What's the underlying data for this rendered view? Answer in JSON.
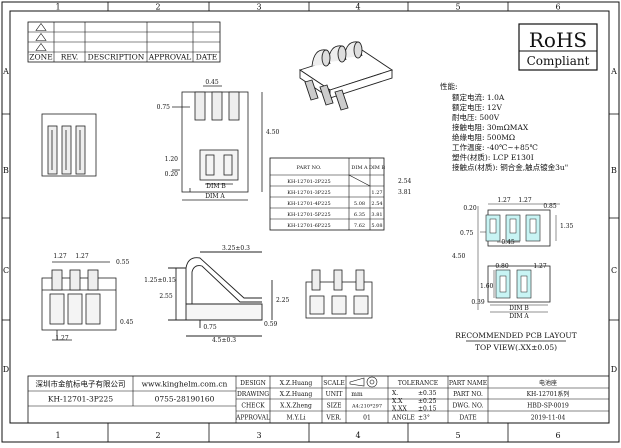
{
  "frame": {
    "col_labels": [
      "1",
      "2",
      "3",
      "4",
      "5",
      "6"
    ],
    "row_labels": [
      "A",
      "B",
      "C",
      "D"
    ]
  },
  "revision_table": {
    "headers": [
      "ZONE",
      "REV.",
      "DESCRIPTION",
      "APPROVAL",
      "DATE"
    ]
  },
  "compliance": {
    "line1": "RoHS",
    "line2": "Compliant"
  },
  "specs": {
    "heading": "性能:",
    "lines": [
      "额定电流: 1.0A",
      "额定电压: 12V",
      "耐电压: 500V",
      "接触电阻: 30mΩMAX",
      "绝缘电阻: 500MΩ",
      "工作温度: -40℃~+85℃",
      "塑件(材质): LCP E130I",
      "接触点(材质): 铜合金,触点镀金3u\""
    ]
  },
  "part_table": {
    "headers": [
      "PART NO.",
      "DIM A",
      "DIM B"
    ],
    "rows": [
      [
        "KH-12701-2P225",
        "",
        ""
      ],
      [
        "KH-12701-3P225",
        "",
        "1.27"
      ],
      [
        "KH-12701-4P225",
        "5.08",
        "2.54"
      ],
      [
        "KH-12701-5P225",
        "6.35",
        "3.81"
      ],
      [
        "KH-12701-6P225",
        "7.62",
        "5.08"
      ]
    ],
    "side_values": [
      "2.54",
      "3.81"
    ]
  },
  "dims": {
    "d045": "0.45",
    "d075": "0.75",
    "d450": "4.50",
    "d120": "1.20",
    "d020": "0.20",
    "dimb": "DIM B",
    "dima": "DIM A",
    "d127": "1.27",
    "d055": "0.55",
    "d325": "3.25±0.3",
    "d125": "1.25±0.15",
    "d255": "2.55",
    "d225": "2.25",
    "d059": "0.59",
    "d4503": "4.5±0.3",
    "d085": "0.85",
    "d135": "1.35",
    "d080": "0.80",
    "d160": "1.60",
    "d039": "0.39"
  },
  "pcb": {
    "title": "RECOMMENDED PCB LAYOUT",
    "view": "TOP VIEW(.XX±0.05)"
  },
  "title_block": {
    "company": "深圳市金航标电子有限公司",
    "website": "www.kinghelm.com.cn",
    "part": "KH-12701-3P225",
    "phone": "0755-28190160",
    "design_label": "DESIGN",
    "drawing_label": "DRAWING",
    "check_label": "CHECK",
    "approval_label": "APPROVAL",
    "design_name": "X.Z.Huang",
    "drawing_name": "X.Z.Huang",
    "check_name": "X.X.Zheng",
    "approval_name": "M.Y.Li",
    "scale_label": "SCALE",
    "unit_label": "UNIT",
    "unit_value": "mm",
    "size_label": "SIZE",
    "size_value": "A4:210*297",
    "ver_label": "VER.",
    "ver_value": "01",
    "tol_label": "TOLERANCE",
    "tol_rows": [
      [
        "X.",
        "±0.35"
      ],
      [
        "X.X",
        "±0.25"
      ],
      [
        "X.XX",
        "±0.15"
      ]
    ],
    "angle_label": "ANGLE",
    "angle_value": "±3°",
    "partname_label": "PART NAME",
    "partname_value": "电池座",
    "partno_label": "PART NO.",
    "partno_value": "KH-12701系列",
    "dwg_label": "DWG. NO.",
    "dwg_value": "HBD-SP-0019",
    "date_label": "DATE",
    "date_value": "2019-11-04"
  }
}
